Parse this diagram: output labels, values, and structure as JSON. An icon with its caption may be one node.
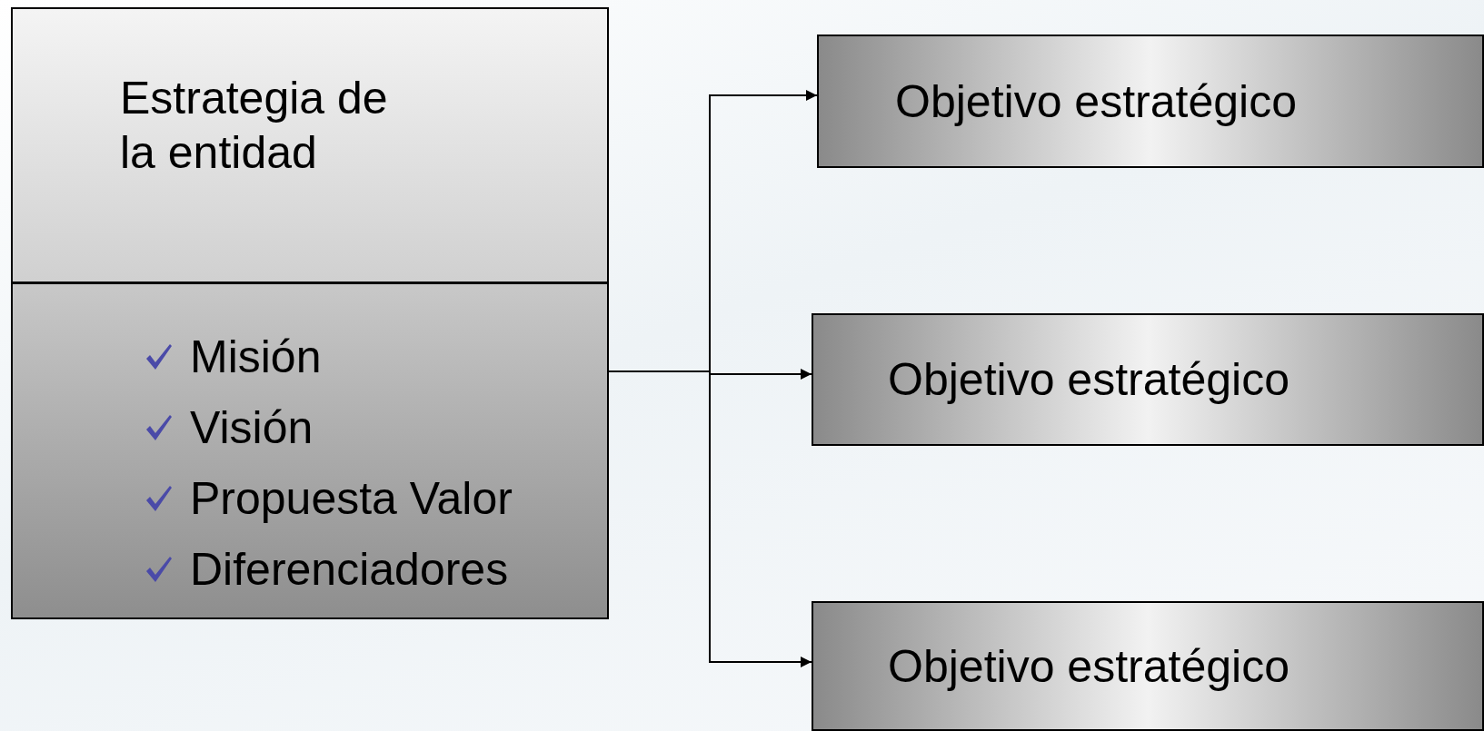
{
  "diagram": {
    "nodes": [
      {
        "text": [
          "Estrategia de la entidad"
        ]
      },
      {
        "text": [
          "Misión",
          "Visión",
          "Propuesta Valor",
          "Diferenciadores"
        ]
      },
      {
        "text": [
          "Objetivo estratégico"
        ]
      },
      {
        "text": [
          "Objetivo estratégico"
        ]
      },
      {
        "text": [
          "Objetivo estratégico"
        ]
      }
    ],
    "edges": [
      {
        "from": 1,
        "to": 2,
        "arrow": "to"
      },
      {
        "from": 1,
        "to": 3,
        "arrow": "to"
      },
      {
        "from": 1,
        "to": 4,
        "arrow": "to"
      }
    ]
  }
}
